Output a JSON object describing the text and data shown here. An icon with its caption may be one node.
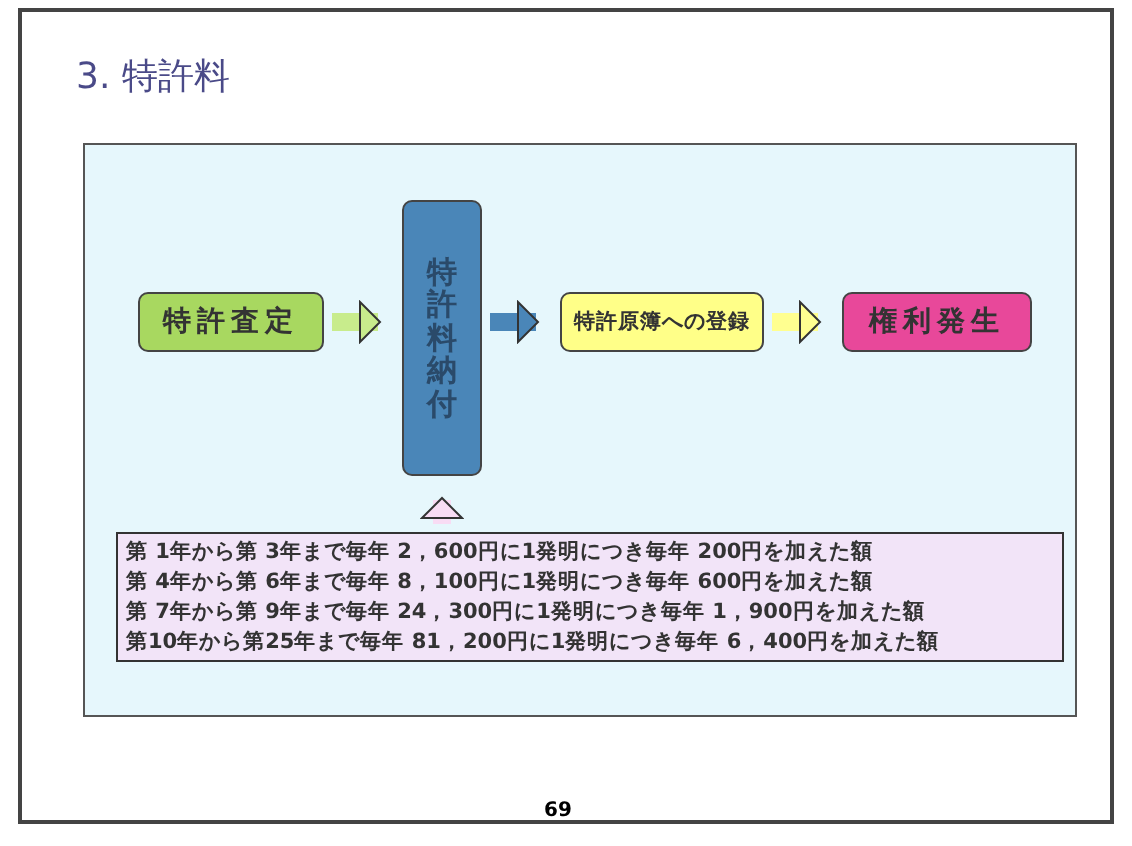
{
  "diagram": {
    "title": "3. 特許料",
    "nodes": [
      {
        "text": [
          "特許査定"
        ]
      },
      {
        "text": [
          "特許料納付"
        ]
      },
      {
        "text": [
          "特許原簿への登録"
        ]
      },
      {
        "text": [
          "権利発生"
        ]
      },
      {
        "text": [
          "第 1年から第 3年まで毎年 2，600円に1発明につき毎年 200円を加えた額",
          "第 4年から第 6年まで毎年 8，100円に1発明につき毎年 600円を加えた額",
          "第 7年から第 9年まで毎年 24，300円に1発明につき毎年 1，900円を加えた額",
          "第10年から第25年まで毎年 81，200円に1発明につき毎年 6，400円を加えた額"
        ]
      }
    ],
    "edges": [
      {
        "from": 0,
        "to": 1,
        "arrow": "to",
        "color": "#c8ec8c"
      },
      {
        "from": 1,
        "to": 2,
        "arrow": "to",
        "color": "#4a86b8"
      },
      {
        "from": 2,
        "to": 3,
        "arrow": "to",
        "color": "#ffff90"
      },
      {
        "from": 4,
        "to": 1,
        "arrow": "to",
        "color": "#f8dcf4"
      }
    ],
    "labels": [
      "69"
    ]
  }
}
